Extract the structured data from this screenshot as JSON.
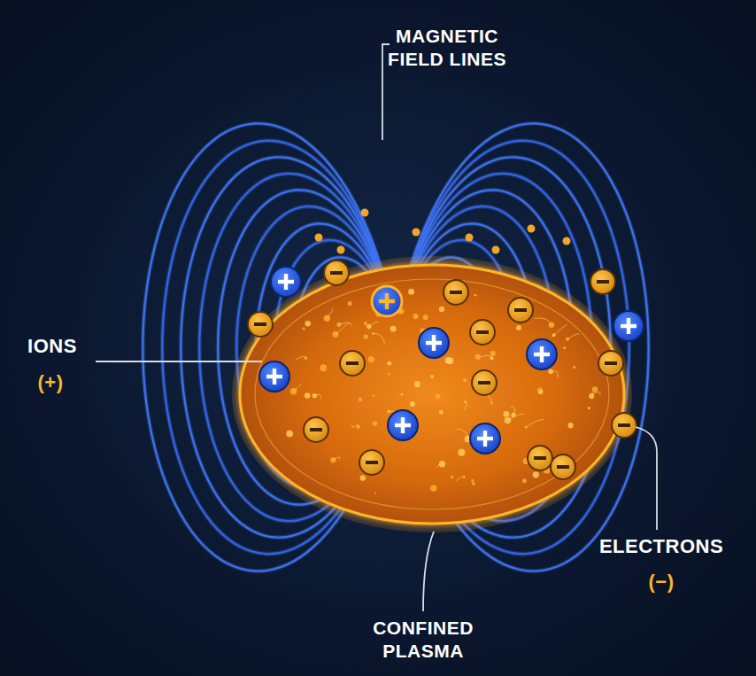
{
  "diagram": {
    "labels": [
      "MAGNETIC FIELD LINES",
      "IONS",
      "(+)",
      "ELECTRONS",
      "(−)",
      "CONFINED PLASMA"
    ]
  }
}
